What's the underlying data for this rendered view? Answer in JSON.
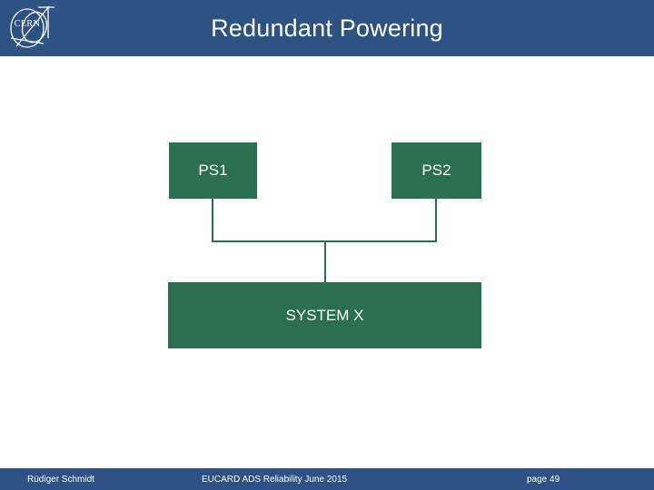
{
  "header": {
    "title": "Redundant Powering",
    "logo_name": "cern-logo",
    "background_color": "#2e5284",
    "title_color": "#ffffff"
  },
  "diagram": {
    "type": "block-diagram",
    "accent_color": "#2a7050",
    "nodes": [
      {
        "id": "ps1",
        "label": "PS1"
      },
      {
        "id": "ps2",
        "label": "PS2"
      },
      {
        "id": "system",
        "label": "SYSTEM X"
      }
    ],
    "connections": [
      {
        "from": "ps1",
        "to": "system"
      },
      {
        "from": "ps2",
        "to": "system"
      }
    ]
  },
  "footer": {
    "author": "Rüdiger Schmidt",
    "event": "EUCARD ADS Reliability June 2015",
    "page": "page 49",
    "background_color": "#2e5284",
    "text_color": "#ffffff"
  }
}
